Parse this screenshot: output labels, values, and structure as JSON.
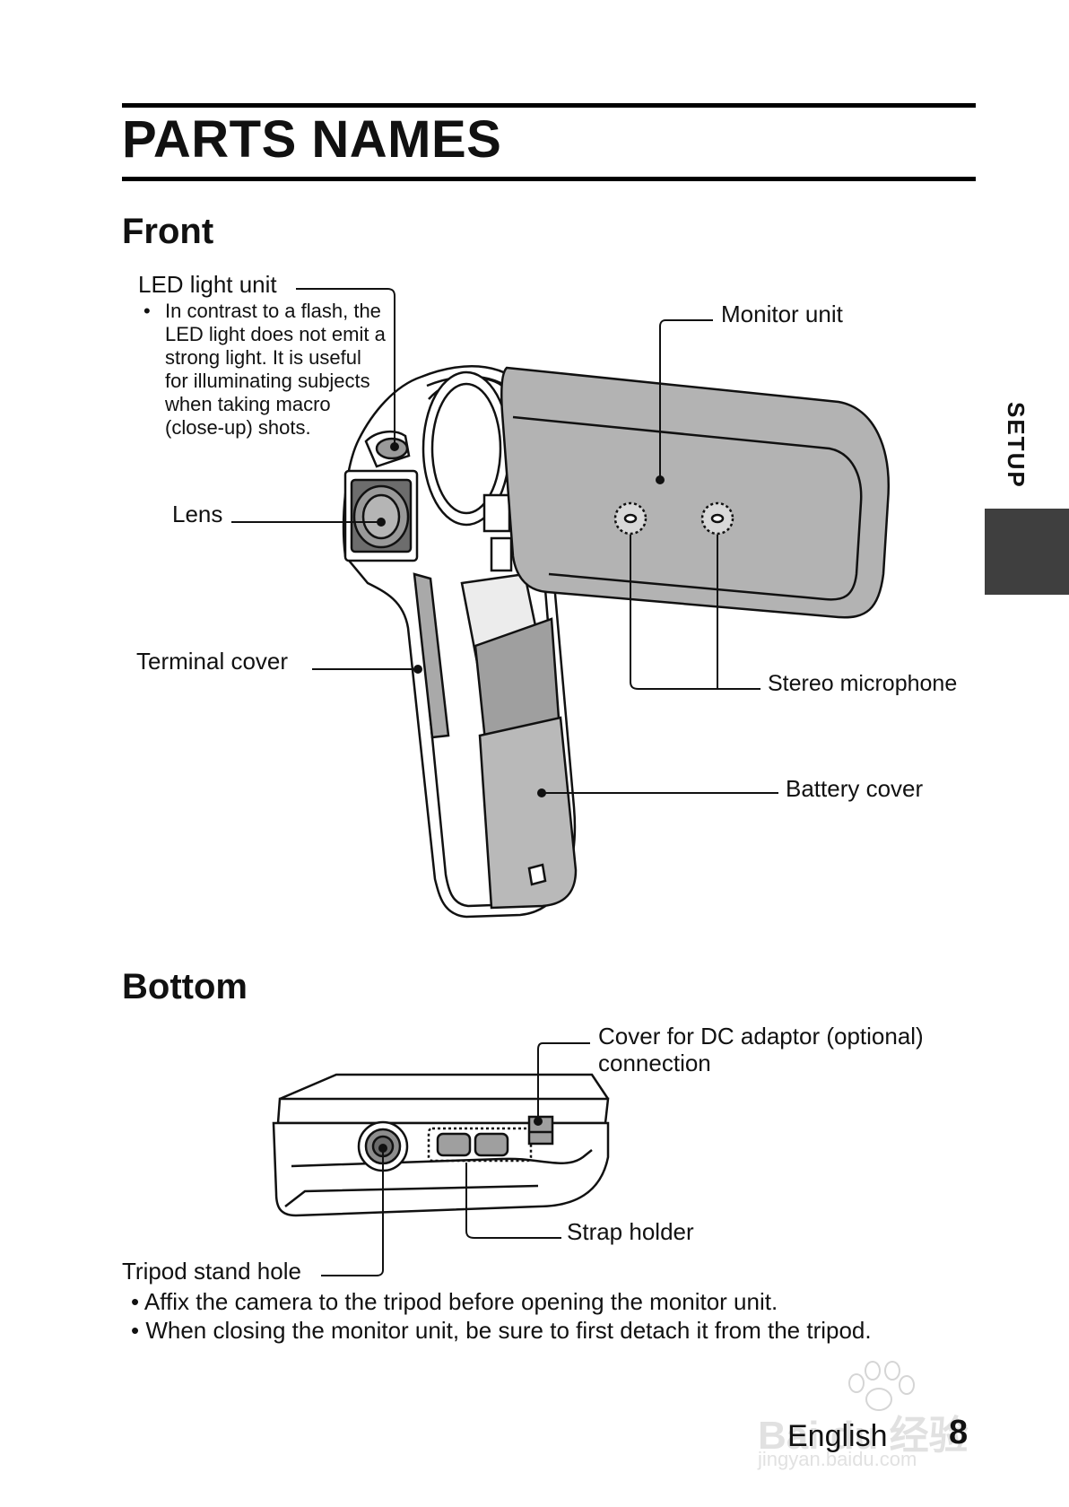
{
  "page": {
    "title": "PARTS NAMES",
    "side_tab": "SETUP",
    "footer": {
      "language": "English",
      "page_number": "8"
    }
  },
  "front": {
    "heading": "Front",
    "led_label": "LED light unit",
    "led_note": "In contrast to a flash, the LED light does not emit a strong light. It is useful for illuminating subjects when taking macro (close-up) shots.",
    "lens_label": "Lens",
    "terminal_label": "Terminal cover",
    "monitor_label": "Monitor unit",
    "stereo_label": "Stereo microphone",
    "battery_label": "Battery cover"
  },
  "bottom": {
    "heading": "Bottom",
    "dc_label": "Cover for DC adaptor (optional) connection",
    "strap_label": "Strap holder",
    "tripod_label": "Tripod stand hole",
    "bullets": [
      "Affix the camera to the tripod before opening the monitor unit.",
      "When closing the monitor unit, be sure to first detach it from the tripod."
    ]
  },
  "watermark": {
    "text": "Bai du 经验",
    "subtext": "jingyan.baidu.com"
  }
}
